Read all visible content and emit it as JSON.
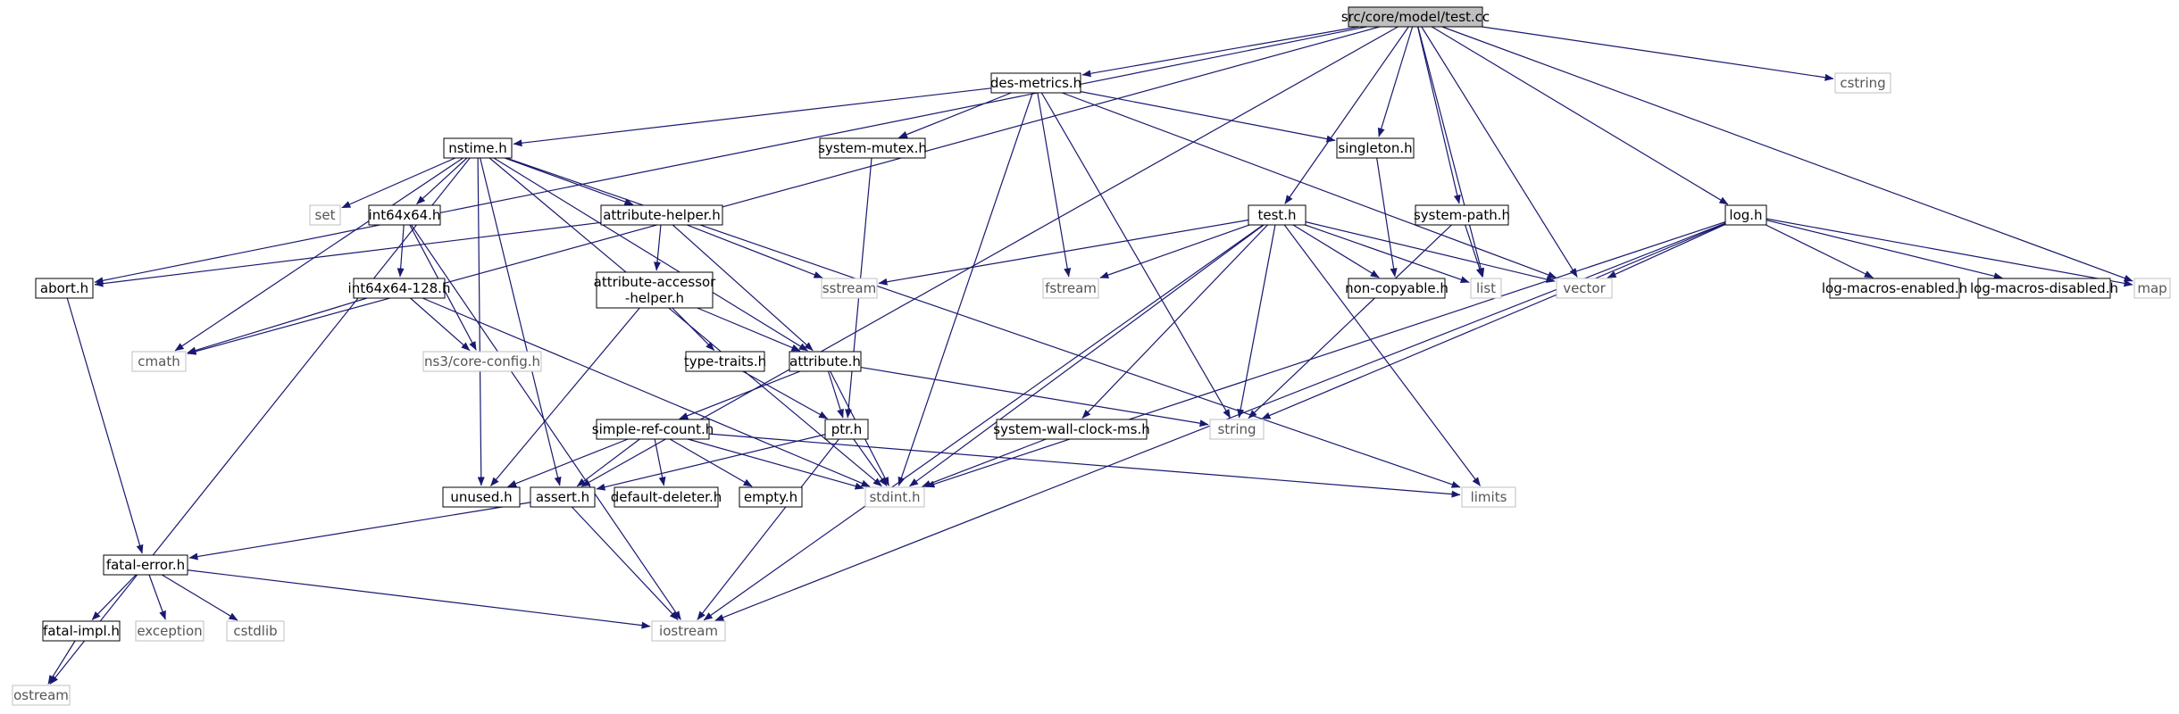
{
  "title": "src/core/model/test.cc",
  "colors": {
    "edge": "#191970",
    "node_border": "#000000",
    "external_border": "#bfbfbf",
    "root_fill": "#bfbfbf",
    "node_fill": "#ffffff",
    "external_text": "#555555"
  },
  "nodes": [
    {
      "id": "test_cc",
      "label": "src/core/model/test.cc",
      "kind": "root"
    },
    {
      "id": "des_metrics",
      "label": "des-metrics.h",
      "kind": "local"
    },
    {
      "id": "cstring",
      "label": "cstring",
      "kind": "external"
    },
    {
      "id": "nstime",
      "label": "nstime.h",
      "kind": "local"
    },
    {
      "id": "system_mutex",
      "label": "system-mutex.h",
      "kind": "local"
    },
    {
      "id": "singleton",
      "label": "singleton.h",
      "kind": "local"
    },
    {
      "id": "set",
      "label": "set",
      "kind": "external"
    },
    {
      "id": "int64x64",
      "label": "int64x64.h",
      "kind": "local"
    },
    {
      "id": "attribute_helper",
      "label": "attribute-helper.h",
      "kind": "local"
    },
    {
      "id": "test_h",
      "label": "test.h",
      "kind": "local"
    },
    {
      "id": "system_path",
      "label": "system-path.h",
      "kind": "local"
    },
    {
      "id": "log",
      "label": "log.h",
      "kind": "local"
    },
    {
      "id": "abort",
      "label": "abort.h",
      "kind": "local"
    },
    {
      "id": "int64x64_128",
      "label": "int64x64-128.h",
      "kind": "local"
    },
    {
      "id": "attribute_accessor",
      "label": "attribute-accessor-helper.h",
      "label_lines": [
        "attribute-accessor",
        "-helper.h"
      ],
      "kind": "local"
    },
    {
      "id": "sstream",
      "label": "sstream",
      "kind": "external"
    },
    {
      "id": "fstream",
      "label": "fstream",
      "kind": "external"
    },
    {
      "id": "non_copyable",
      "label": "non-copyable.h",
      "kind": "local"
    },
    {
      "id": "list",
      "label": "list",
      "kind": "external"
    },
    {
      "id": "vector",
      "label": "vector",
      "kind": "external"
    },
    {
      "id": "log_macros_enabled",
      "label": "log-macros-enabled.h",
      "kind": "local"
    },
    {
      "id": "log_macros_disabled",
      "label": "log-macros-disabled.h",
      "kind": "local"
    },
    {
      "id": "map",
      "label": "map",
      "kind": "external"
    },
    {
      "id": "cmath",
      "label": "cmath",
      "kind": "external"
    },
    {
      "id": "ns3_core_config",
      "label": "ns3/core-config.h",
      "kind": "external"
    },
    {
      "id": "type_traits",
      "label": "type-traits.h",
      "kind": "local"
    },
    {
      "id": "attribute",
      "label": "attribute.h",
      "kind": "local"
    },
    {
      "id": "simple_ref_count",
      "label": "simple-ref-count.h",
      "kind": "local"
    },
    {
      "id": "ptr",
      "label": "ptr.h",
      "kind": "local"
    },
    {
      "id": "string",
      "label": "string",
      "kind": "external"
    },
    {
      "id": "system_wall_clock",
      "label": "system-wall-clock-ms.h",
      "kind": "local"
    },
    {
      "id": "unused",
      "label": "unused.h",
      "kind": "local"
    },
    {
      "id": "assert",
      "label": "assert.h",
      "kind": "local"
    },
    {
      "id": "default_deleter",
      "label": "default-deleter.h",
      "kind": "local"
    },
    {
      "id": "empty",
      "label": "empty.h",
      "kind": "local"
    },
    {
      "id": "stdint",
      "label": "stdint.h",
      "kind": "external"
    },
    {
      "id": "limits",
      "label": "limits",
      "kind": "external"
    },
    {
      "id": "fatal_error",
      "label": "fatal-error.h",
      "kind": "local"
    },
    {
      "id": "fatal_impl",
      "label": "fatal-impl.h",
      "kind": "local"
    },
    {
      "id": "exception",
      "label": "exception",
      "kind": "external"
    },
    {
      "id": "cstdlib",
      "label": "cstdlib",
      "kind": "external"
    },
    {
      "id": "iostream",
      "label": "iostream",
      "kind": "external"
    },
    {
      "id": "ostream",
      "label": "ostream",
      "kind": "external"
    }
  ],
  "edges": [
    [
      "test_cc",
      "des_metrics"
    ],
    [
      "test_cc",
      "cstring"
    ],
    [
      "test_cc",
      "abort"
    ],
    [
      "test_cc",
      "cmath"
    ],
    [
      "test_cc",
      "assert"
    ],
    [
      "test_cc",
      "test_h"
    ],
    [
      "test_cc",
      "singleton"
    ],
    [
      "test_cc",
      "system_path"
    ],
    [
      "test_cc",
      "list"
    ],
    [
      "test_cc",
      "vector"
    ],
    [
      "test_cc",
      "log"
    ],
    [
      "test_cc",
      "map"
    ],
    [
      "des_metrics",
      "nstime"
    ],
    [
      "des_metrics",
      "system_mutex"
    ],
    [
      "des_metrics",
      "singleton"
    ],
    [
      "des_metrics",
      "fstream"
    ],
    [
      "des_metrics",
      "string"
    ],
    [
      "des_metrics",
      "stdint"
    ],
    [
      "des_metrics",
      "vector"
    ],
    [
      "nstime",
      "ostream"
    ],
    [
      "nstime",
      "cmath"
    ],
    [
      "nstime",
      "set"
    ],
    [
      "nstime",
      "int64x64"
    ],
    [
      "nstime",
      "attribute_helper"
    ],
    [
      "nstime",
      "attribute"
    ],
    [
      "nstime",
      "unused"
    ],
    [
      "nstime",
      "assert"
    ],
    [
      "nstime",
      "stdint"
    ],
    [
      "nstime",
      "limits"
    ],
    [
      "system_mutex",
      "ptr"
    ],
    [
      "singleton",
      "non_copyable"
    ],
    [
      "int64x64",
      "int64x64_128"
    ],
    [
      "int64x64",
      "ns3_core_config"
    ],
    [
      "int64x64",
      "iostream"
    ],
    [
      "int64x64_128",
      "cmath"
    ],
    [
      "int64x64_128",
      "ns3_core_config"
    ],
    [
      "int64x64_128",
      "stdint"
    ],
    [
      "attribute_helper",
      "abort"
    ],
    [
      "attribute_helper",
      "sstream"
    ],
    [
      "attribute_helper",
      "attribute_accessor"
    ],
    [
      "attribute_helper",
      "attribute"
    ],
    [
      "attribute_accessor",
      "type_traits"
    ],
    [
      "attribute_accessor",
      "attribute"
    ],
    [
      "attribute_accessor",
      "unused"
    ],
    [
      "type_traits",
      "ptr"
    ],
    [
      "attribute",
      "simple_ref_count"
    ],
    [
      "attribute",
      "ptr"
    ],
    [
      "attribute",
      "string"
    ],
    [
      "attribute",
      "stdint"
    ],
    [
      "simple_ref_count",
      "unused"
    ],
    [
      "simple_ref_count",
      "assert"
    ],
    [
      "simple_ref_count",
      "default_deleter"
    ],
    [
      "simple_ref_count",
      "empty"
    ],
    [
      "simple_ref_count",
      "stdint"
    ],
    [
      "simple_ref_count",
      "limits"
    ],
    [
      "ptr",
      "assert"
    ],
    [
      "ptr",
      "stdint"
    ],
    [
      "ptr",
      "iostream"
    ],
    [
      "test_h",
      "sstream"
    ],
    [
      "test_h",
      "fstream"
    ],
    [
      "test_h",
      "non_copyable"
    ],
    [
      "test_h",
      "list"
    ],
    [
      "test_h",
      "vector"
    ],
    [
      "test_h",
      "string"
    ],
    [
      "test_h",
      "system_wall_clock"
    ],
    [
      "test_h",
      "stdint"
    ],
    [
      "test_h",
      "limits"
    ],
    [
      "test_h",
      "iostream"
    ],
    [
      "system_path",
      "list"
    ],
    [
      "system_path",
      "string"
    ],
    [
      "system_wall_clock",
      "stdint"
    ],
    [
      "log",
      "vector"
    ],
    [
      "log",
      "log_macros_enabled"
    ],
    [
      "log",
      "log_macros_disabled"
    ],
    [
      "log",
      "map"
    ],
    [
      "log",
      "string"
    ],
    [
      "log",
      "stdint"
    ],
    [
      "log",
      "iostream"
    ],
    [
      "abort",
      "fatal_error"
    ],
    [
      "assert",
      "fatal_error"
    ],
    [
      "assert",
      "iostream"
    ],
    [
      "fatal_error",
      "fatal_impl"
    ],
    [
      "fatal_error",
      "exception"
    ],
    [
      "fatal_error",
      "cstdlib"
    ],
    [
      "fatal_error",
      "iostream"
    ],
    [
      "fatal_impl",
      "ostream"
    ]
  ]
}
